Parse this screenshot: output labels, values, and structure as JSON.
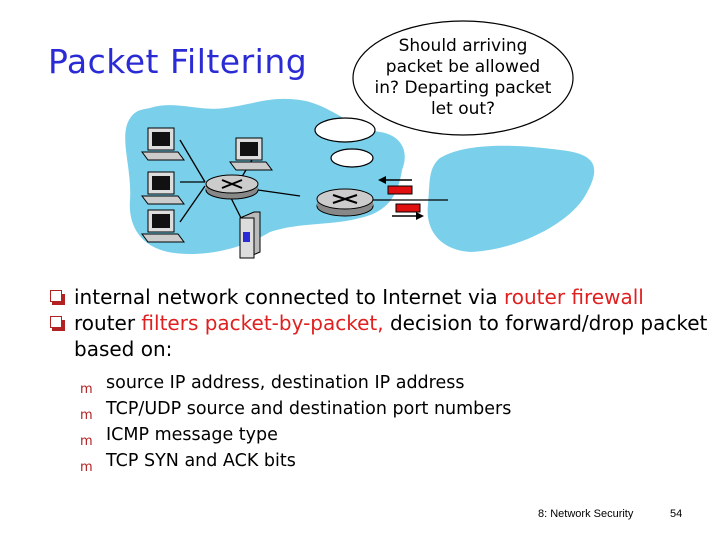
{
  "title": "Packet Filtering",
  "callout": {
    "lines": [
      "Should arriving",
      "packet be allowed",
      "in? Departing packet",
      "let out?"
    ]
  },
  "bullets": [
    {
      "parts": [
        {
          "text": "internal network connected to Internet via ",
          "red": false
        },
        {
          "text": "router firewall",
          "red": true
        }
      ]
    },
    {
      "parts": [
        {
          "text": "router ",
          "red": false
        },
        {
          "text": "filters packet-by-packet,",
          "red": true
        },
        {
          "text": " decision to forward/drop packet based on:",
          "red": false
        }
      ]
    }
  ],
  "sub_bullets": [
    "source IP address, destination IP address",
    "TCP/UDP source and destination port numbers",
    "ICMP message type",
    "TCP SYN and ACK bits"
  ],
  "bullet_marker_icon": "square-bullet-icon",
  "sub_marker_icon": "small-m-bullet-icon",
  "footer": {
    "chapter": "8: Network Security",
    "page": "54"
  },
  "colors": {
    "title": "#2b2bd6",
    "highlight": "#e02020",
    "cloud": "#7ad0ea",
    "packet": "#e01010"
  }
}
